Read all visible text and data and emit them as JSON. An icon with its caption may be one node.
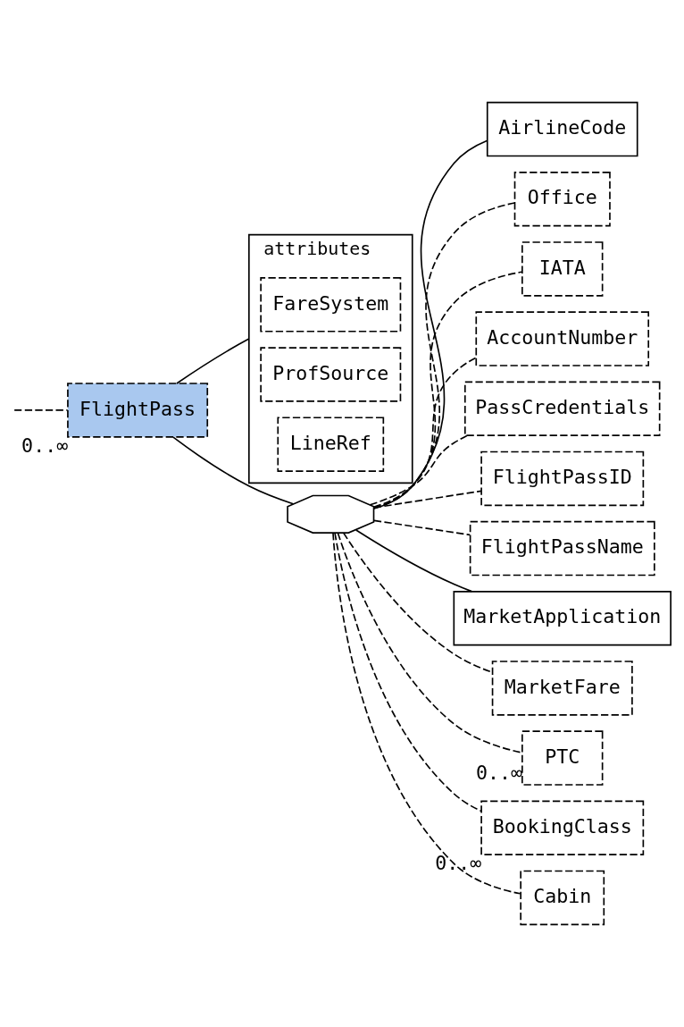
{
  "diagram": {
    "nodes": [
      {
        "text": [
          "FlightPass"
        ],
        "beside": [
          "0..∞"
        ]
      },
      {
        "text": [
          "attributes"
        ]
      },
      {
        "text": [
          "FareSystem"
        ],
        "in": 1
      },
      {
        "text": [
          "ProfSource"
        ],
        "in": 1
      },
      {
        "text": [
          "LineRef"
        ],
        "in": 1
      },
      {
        "text": [],
        "shape": "octagon"
      },
      {
        "text": [
          "AirlineCode"
        ]
      },
      {
        "text": [
          "Office"
        ]
      },
      {
        "text": [
          "IATA"
        ]
      },
      {
        "text": [
          "AccountNumber"
        ]
      },
      {
        "text": [
          "PassCredentials"
        ]
      },
      {
        "text": [
          "FlightPassID"
        ]
      },
      {
        "text": [
          "FlightPassName"
        ]
      },
      {
        "text": [
          "MarketApplication"
        ]
      },
      {
        "text": [
          "MarketFare"
        ]
      },
      {
        "text": [
          "PTC"
        ],
        "beside": [
          "0..∞"
        ]
      },
      {
        "text": [
          "BookingClass"
        ],
        "beside": [
          "0..∞"
        ]
      },
      {
        "text": [
          "Cabin"
        ]
      }
    ],
    "edges": [
      {
        "from": null,
        "to": 0,
        "arrow": "none",
        "style": "dashed"
      },
      {
        "from": 0,
        "to": 1,
        "arrow": "none"
      },
      {
        "from": 0,
        "to": 5,
        "arrow": "none"
      },
      {
        "from": 5,
        "to": 6,
        "arrow": "none"
      },
      {
        "from": 5,
        "to": 7,
        "arrow": "none",
        "style": "dashed"
      },
      {
        "from": 5,
        "to": 8,
        "arrow": "none",
        "style": "dashed"
      },
      {
        "from": 5,
        "to": 9,
        "arrow": "none",
        "style": "dashed"
      },
      {
        "from": 5,
        "to": 10,
        "arrow": "none",
        "style": "dashed"
      },
      {
        "from": 5,
        "to": 11,
        "arrow": "none",
        "style": "dashed"
      },
      {
        "from": 5,
        "to": 12,
        "arrow": "none",
        "style": "dashed"
      },
      {
        "from": 5,
        "to": 13,
        "arrow": "none"
      },
      {
        "from": 5,
        "to": 14,
        "arrow": "none",
        "style": "dashed"
      },
      {
        "from": 5,
        "to": 15,
        "arrow": "none",
        "style": "dashed"
      },
      {
        "from": 5,
        "to": 16,
        "arrow": "none",
        "style": "dashed"
      },
      {
        "from": 5,
        "to": 17,
        "arrow": "none",
        "style": "dashed"
      }
    ]
  }
}
